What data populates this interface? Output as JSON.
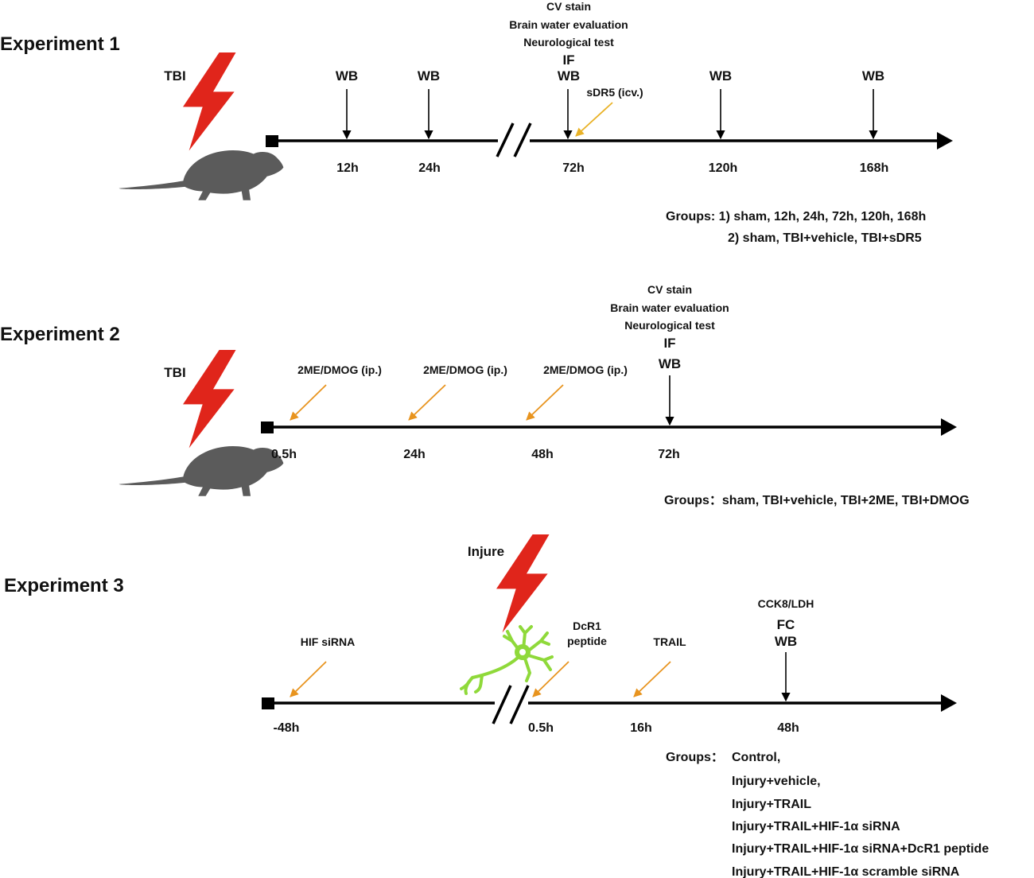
{
  "experiment1": {
    "title": "Experiment 1",
    "injury_label": "TBI",
    "top_labels": [
      "CV stain",
      "Brain water evaluation",
      "Neurological test",
      "IF",
      "WB"
    ],
    "wb_labels": [
      "WB",
      "WB",
      "WB",
      "WB"
    ],
    "treatment_label": "sDR5 (icv.)",
    "timepoints": [
      "12h",
      "24h",
      "72h",
      "120h",
      "168h"
    ],
    "groups_line1": "Groups: 1) sham, 12h, 24h, 72h, 120h, 168h",
    "groups_line2": "2) sham, TBI+vehicle, TBI+sDR5"
  },
  "experiment2": {
    "title": "Experiment 2",
    "injury_label": "TBI",
    "treatment_labels": [
      "2ME/DMOG (ip.)",
      "2ME/DMOG (ip.)",
      "2ME/DMOG (ip.)"
    ],
    "top_labels": [
      "CV stain",
      "Brain water evaluation",
      "Neurological test",
      "IF",
      "WB"
    ],
    "timepoints": [
      "0.5h",
      "24h",
      "48h",
      "72h"
    ],
    "groups": "Groups：sham, TBI+vehicle, TBI+2ME, TBI+DMOG"
  },
  "experiment3": {
    "title": "Experiment 3",
    "injury_label": "Injure",
    "treatment1": "HIF siRNA",
    "treatment2_line1": "DcR1",
    "treatment2_line2": "peptide",
    "treatment3": "TRAIL",
    "top_labels": [
      "CCK8/LDH",
      "FC",
      "WB"
    ],
    "timepoints": [
      "-48h",
      "0.5h",
      "16h",
      "48h"
    ],
    "groups_label": "Groups：",
    "groups": [
      "Control,",
      "Injury+vehicle,",
      "Injury+TRAIL",
      "Injury+TRAIL+HIF-1α siRNA",
      "Injury+TRAIL+HIF-1α siRNA+DcR1 peptide",
      "Injury+TRAIL+HIF-1α scramble siRNA"
    ]
  },
  "colors": {
    "lightning": "#e0251b",
    "rat": "#5b5b5b",
    "arrow_orange": "#e8941f",
    "arrow_gold": "#e9b227",
    "neuron": "#8fd93a",
    "line": "#000000"
  },
  "icons": [
    "lightning-icon",
    "rat-icon",
    "neuron-icon"
  ]
}
